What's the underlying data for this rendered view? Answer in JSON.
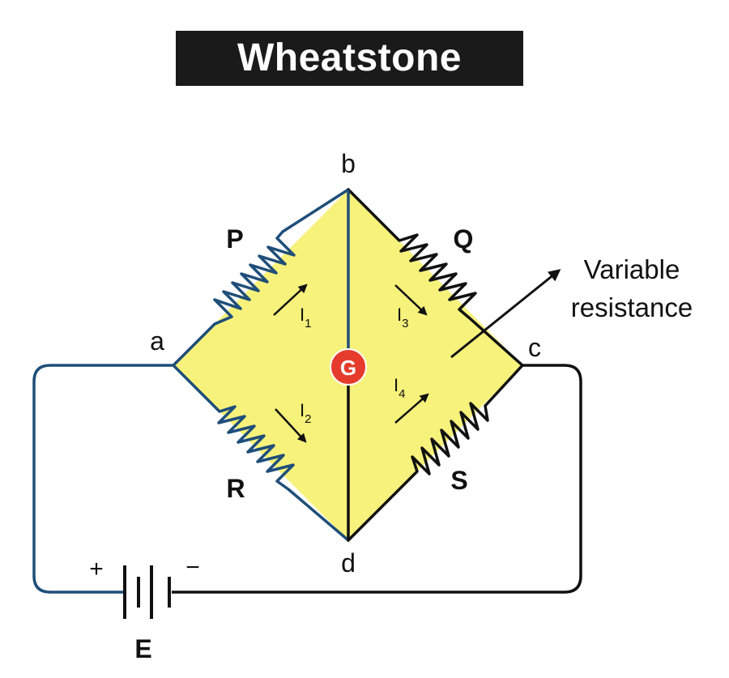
{
  "title": "Wheatstone bridge",
  "nodes": {
    "a": "a",
    "b": "b",
    "c": "c",
    "d": "d"
  },
  "resistors": {
    "p": "P",
    "q": "Q",
    "r": "R",
    "s": "S"
  },
  "galvanometer": "G",
  "currents": [
    {
      "base": "I",
      "sub": "1"
    },
    {
      "base": "I",
      "sub": "2"
    },
    {
      "base": "I",
      "sub": "3"
    },
    {
      "base": "I",
      "sub": "4"
    }
  ],
  "annotation": {
    "line1": "Variable",
    "line2": "resistance"
  },
  "battery": {
    "label": "E",
    "plus": "+",
    "minus": "−"
  },
  "colors": {
    "fill": "#f7f27b",
    "wire_blue": "#1f4e79",
    "wire_black": "#111111",
    "galvanometer": "#e53b2c"
  }
}
